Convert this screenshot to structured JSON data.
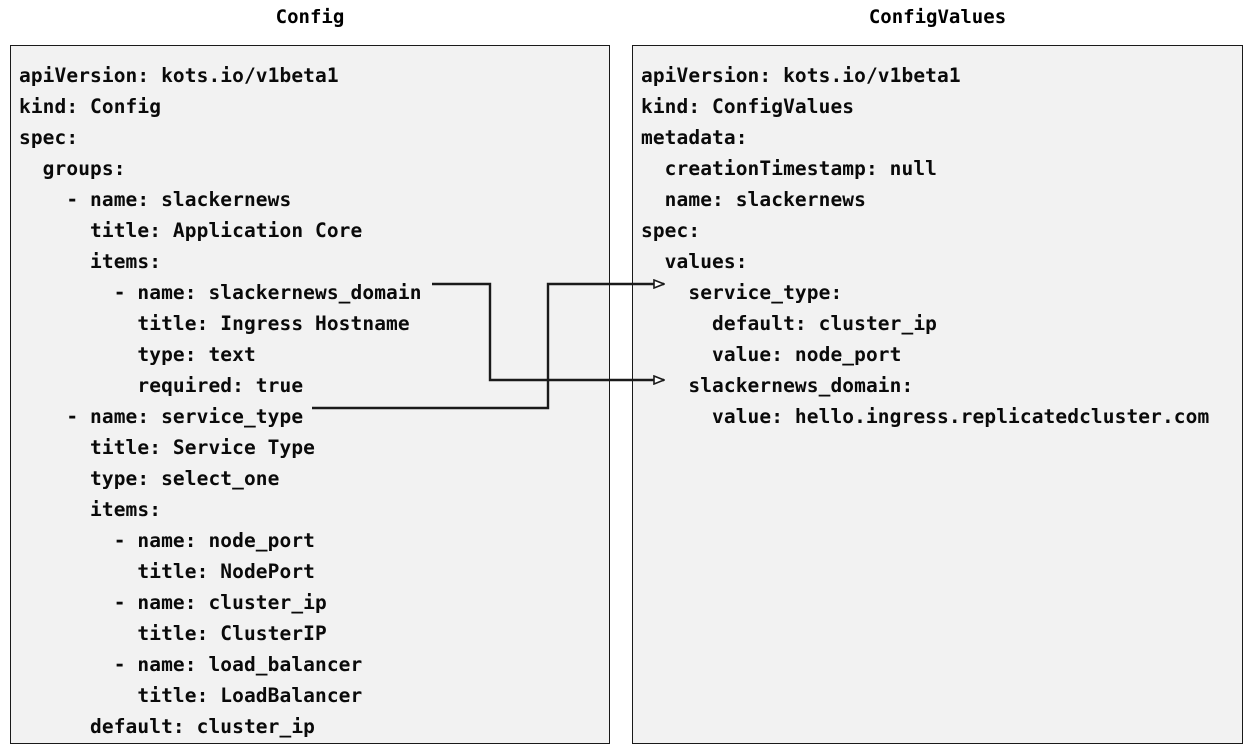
{
  "diagram": {
    "type": "relationship-diagram",
    "description": "Two side-by-side YAML document panels with connector arrows linking Config item names to ConfigValues keys"
  },
  "panels": {
    "left": {
      "title": "Config",
      "lines": [
        "apiVersion: kots.io/v1beta1",
        "kind: Config",
        "spec:",
        "  groups:",
        "    - name: slackernews",
        "      title: Application Core",
        "      items:",
        "        - name: slackernews_domain",
        "          title: Ingress Hostname",
        "          type: text",
        "          required: true",
        "    - name: service_type",
        "      title: Service Type",
        "      type: select_one",
        "      items:",
        "        - name: node_port",
        "          title: NodePort",
        "        - name: cluster_ip",
        "          title: ClusterIP",
        "        - name: load_balancer",
        "          title: LoadBalancer",
        "      default: cluster_ip"
      ]
    },
    "right": {
      "title": "ConfigValues",
      "lines": [
        "apiVersion: kots.io/v1beta1",
        "kind: ConfigValues",
        "metadata:",
        "  creationTimestamp: null",
        "  name: slackernews",
        "spec:",
        "  values:",
        "    service_type:",
        "      default: cluster_ip",
        "      value: node_port",
        "    slackernews_domain:",
        "      value: hello.ingress.replicatedcluster.com"
      ]
    }
  },
  "connectors": [
    {
      "name": "slackernews-domain-to-slackernews-domain",
      "from_label": "slackernews_domain",
      "to_label": "slackernews_domain:",
      "arrowhead": "open-triangle"
    },
    {
      "name": "service-type-to-service-type",
      "from_label": "service_type",
      "to_label": "service_type:",
      "arrowhead": "open-triangle"
    }
  ],
  "colors": {
    "panel_background": "#f2f2f2",
    "panel_border": "#1a1a1a",
    "text": "#0a0a0a",
    "connector": "#1a1a1a",
    "page_background": "#ffffff"
  }
}
